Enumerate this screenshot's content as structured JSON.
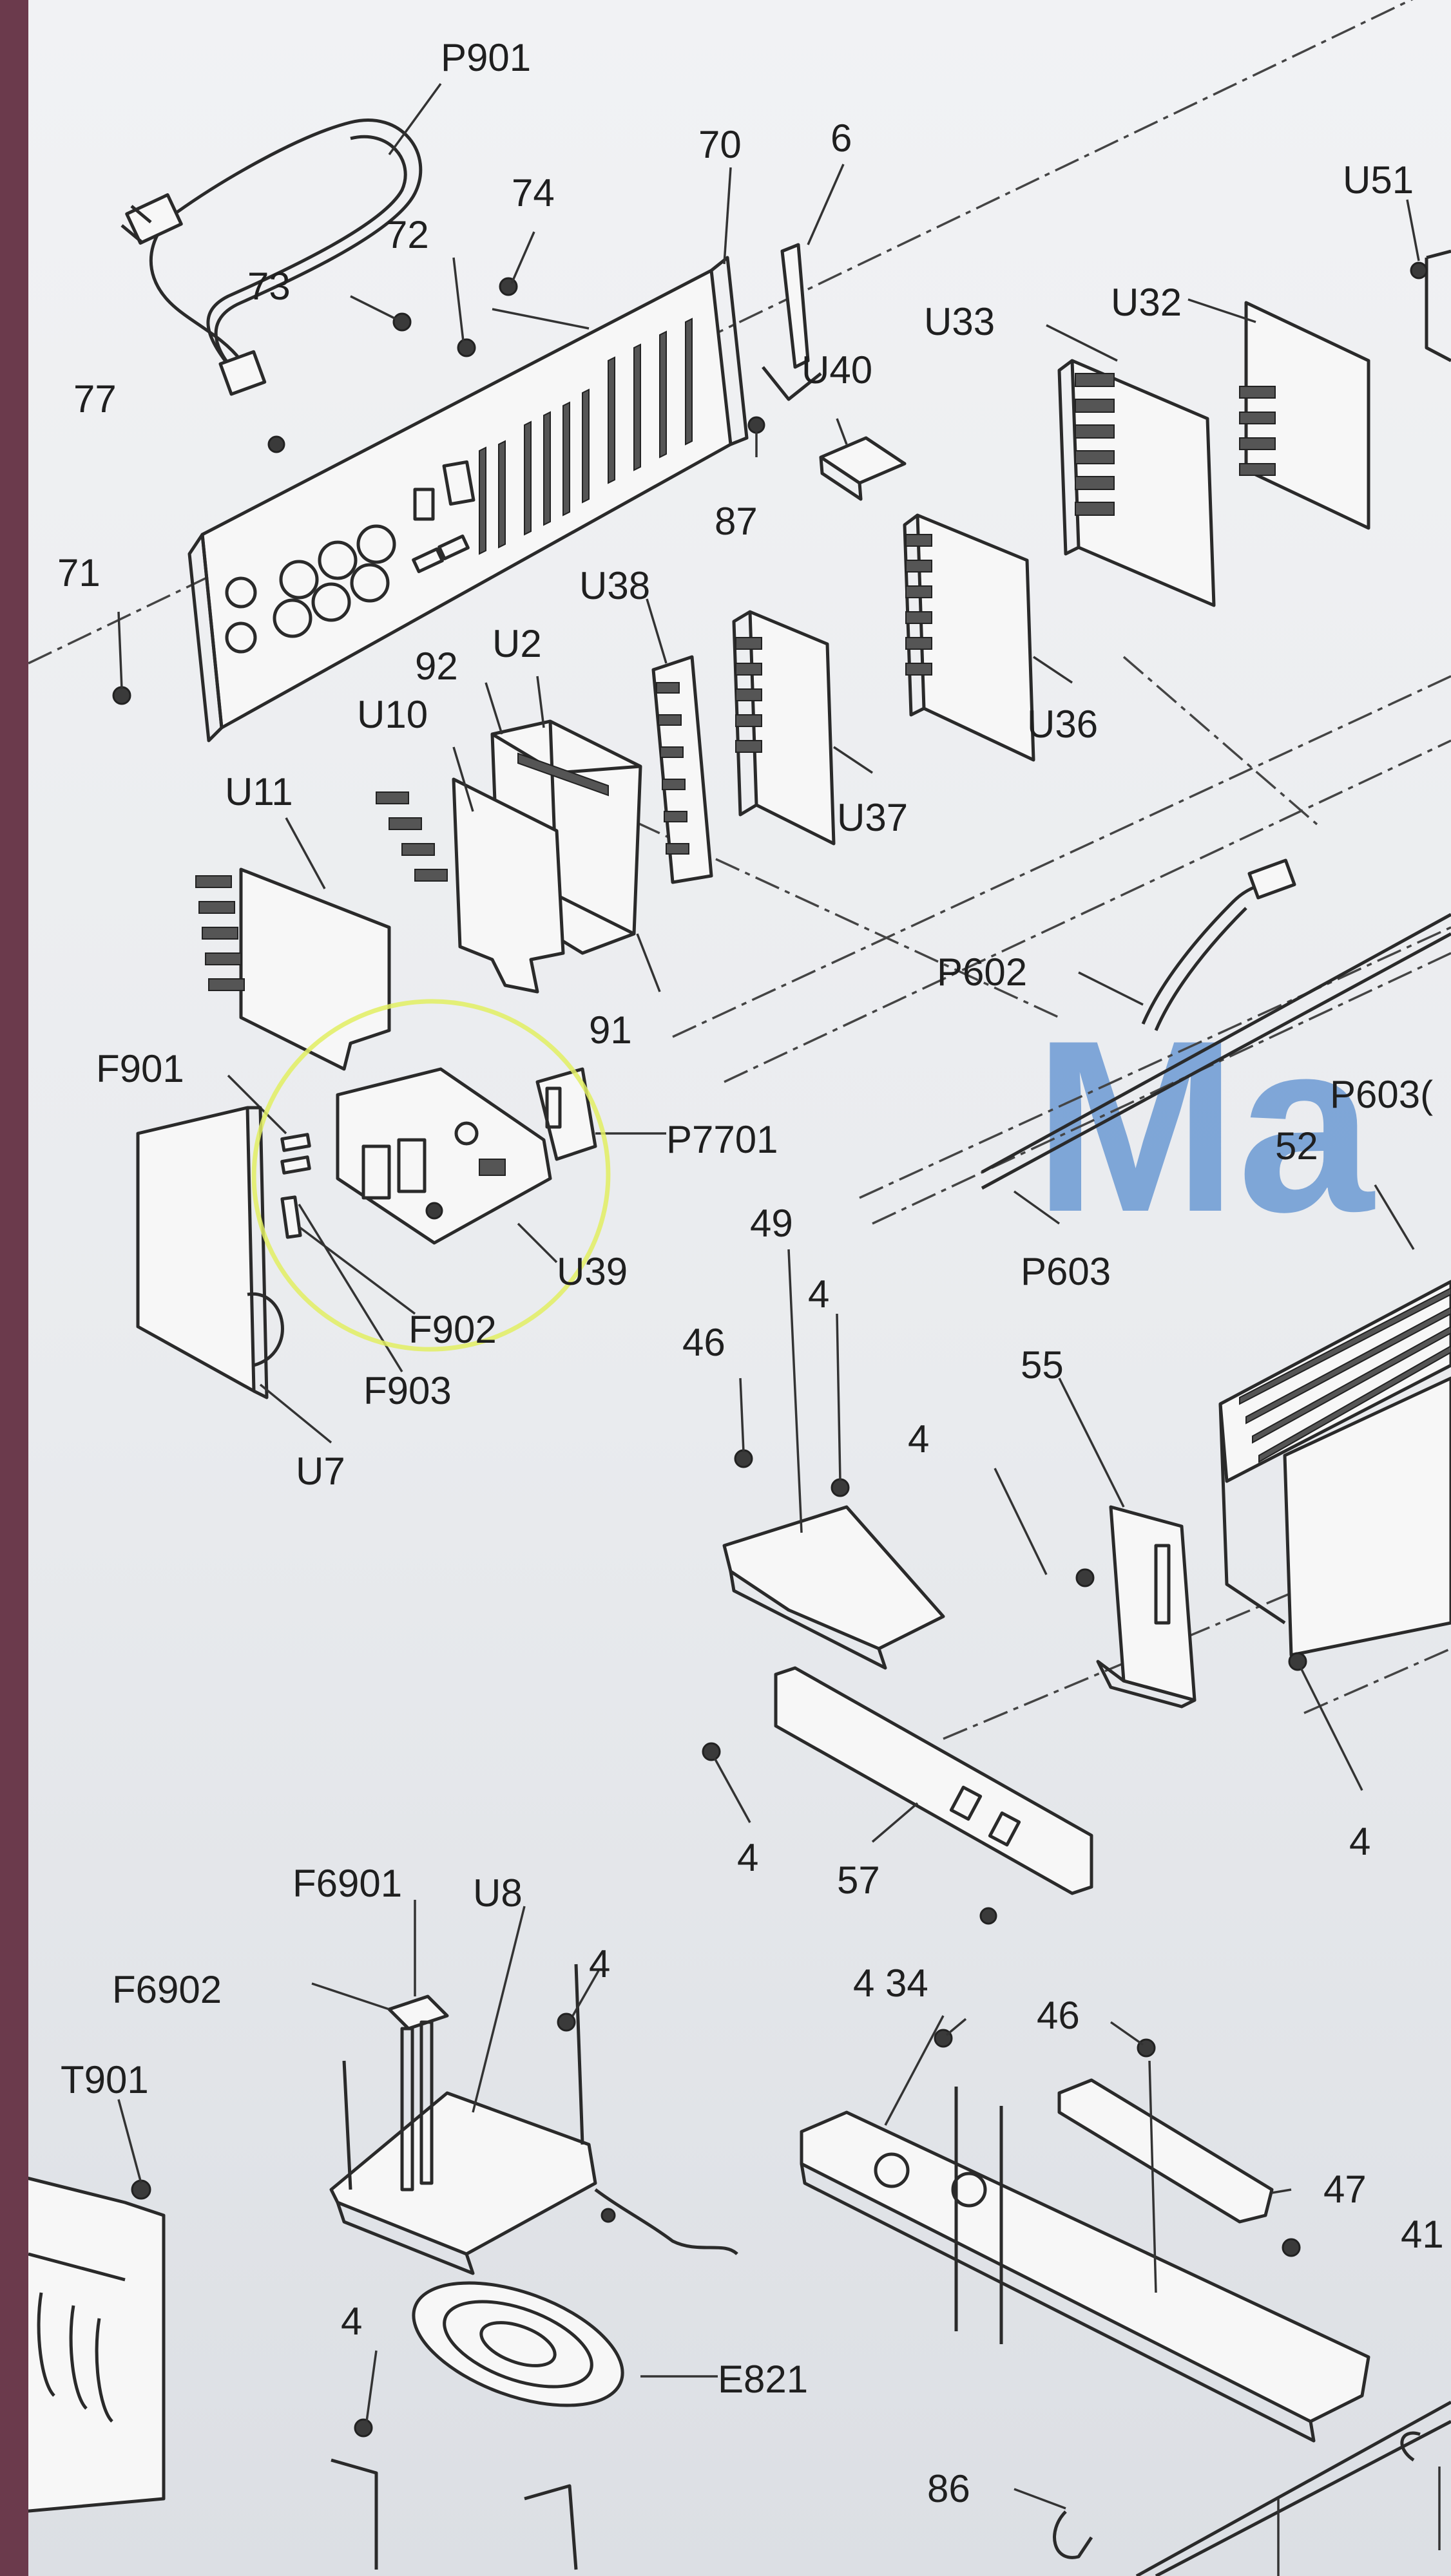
{
  "diagram": {
    "watermark": "Ma",
    "labels": {
      "P901": "P901",
      "70": "70",
      "6": "6",
      "74": "74",
      "72": "72",
      "73": "73",
      "U51": "U51",
      "U33": "U33",
      "U32": "U32",
      "U40": "U40",
      "77": "77",
      "87": "87",
      "71": "71",
      "U38": "U38",
      "92": "92",
      "U2": "U2",
      "U10": "U10",
      "U36": "U36",
      "U11": "U11",
      "U37": "U37",
      "P602": "P602",
      "91": "91",
      "F901": "F901",
      "P6030": "P603(",
      "52": "52",
      "P7701": "P7701",
      "49": "49",
      "U39": "U39",
      "4_a": "4",
      "P603": "P603",
      "46_a": "46",
      "F902": "F902",
      "55": "55",
      "F903": "F903",
      "4_b": "4",
      "U7": "U7",
      "4_c": "4",
      "57": "57",
      "4_d": "4",
      "F6901": "F6901",
      "U8": "U8",
      "4_e": "4",
      "F6902": "F6902",
      "4_34": "4 34",
      "46_b": "46",
      "T901": "T901",
      "47": "47",
      "41": "41",
      "4_f": "4",
      "E821": "E821",
      "86": "86"
    }
  }
}
